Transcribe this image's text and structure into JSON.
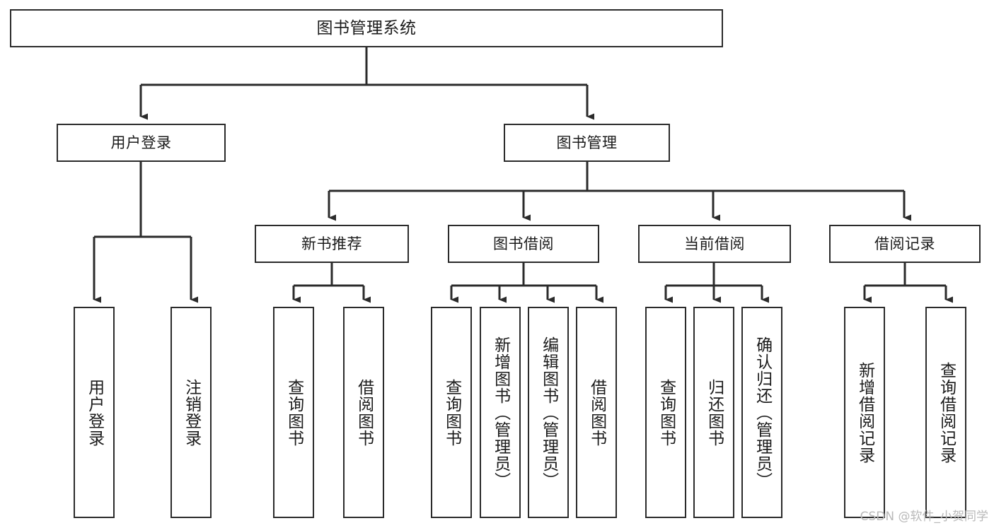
{
  "diagram": {
    "title": "图书管理系统",
    "type": "hierarchy-tree",
    "levels": 4
  },
  "root": {
    "label": "图书管理系统"
  },
  "level2": [
    {
      "label": "用户登录"
    },
    {
      "label": "图书管理"
    }
  ],
  "level3": [
    {
      "label": "新书推荐"
    },
    {
      "label": "图书借阅"
    },
    {
      "label": "当前借阅"
    },
    {
      "label": "借阅记录"
    }
  ],
  "leaves": {
    "user_login": [
      {
        "label": "用户登录"
      },
      {
        "label": "注销登录"
      }
    ],
    "new_recommend": [
      {
        "label": "查询图书"
      },
      {
        "label": "借阅图书"
      }
    ],
    "book_borrow": [
      {
        "label": "查询图书"
      },
      {
        "label": "新增图书（管理员）"
      },
      {
        "label": "编辑图书（管理员）"
      },
      {
        "label": "借阅图书"
      }
    ],
    "current_borrow": [
      {
        "label": "查询图书"
      },
      {
        "label": "归还图书"
      },
      {
        "label": "确认归还（管理员）"
      }
    ],
    "borrow_record": [
      {
        "label": "新增借阅记录"
      },
      {
        "label": "查询借阅记录"
      }
    ]
  },
  "watermark": {
    "text": "CSDN @软件_小贺同学"
  },
  "colors": {
    "stroke": "#2b2b2b",
    "background": "#ffffff",
    "text": "#1b1b1b",
    "watermark": "#b9b9b9"
  }
}
